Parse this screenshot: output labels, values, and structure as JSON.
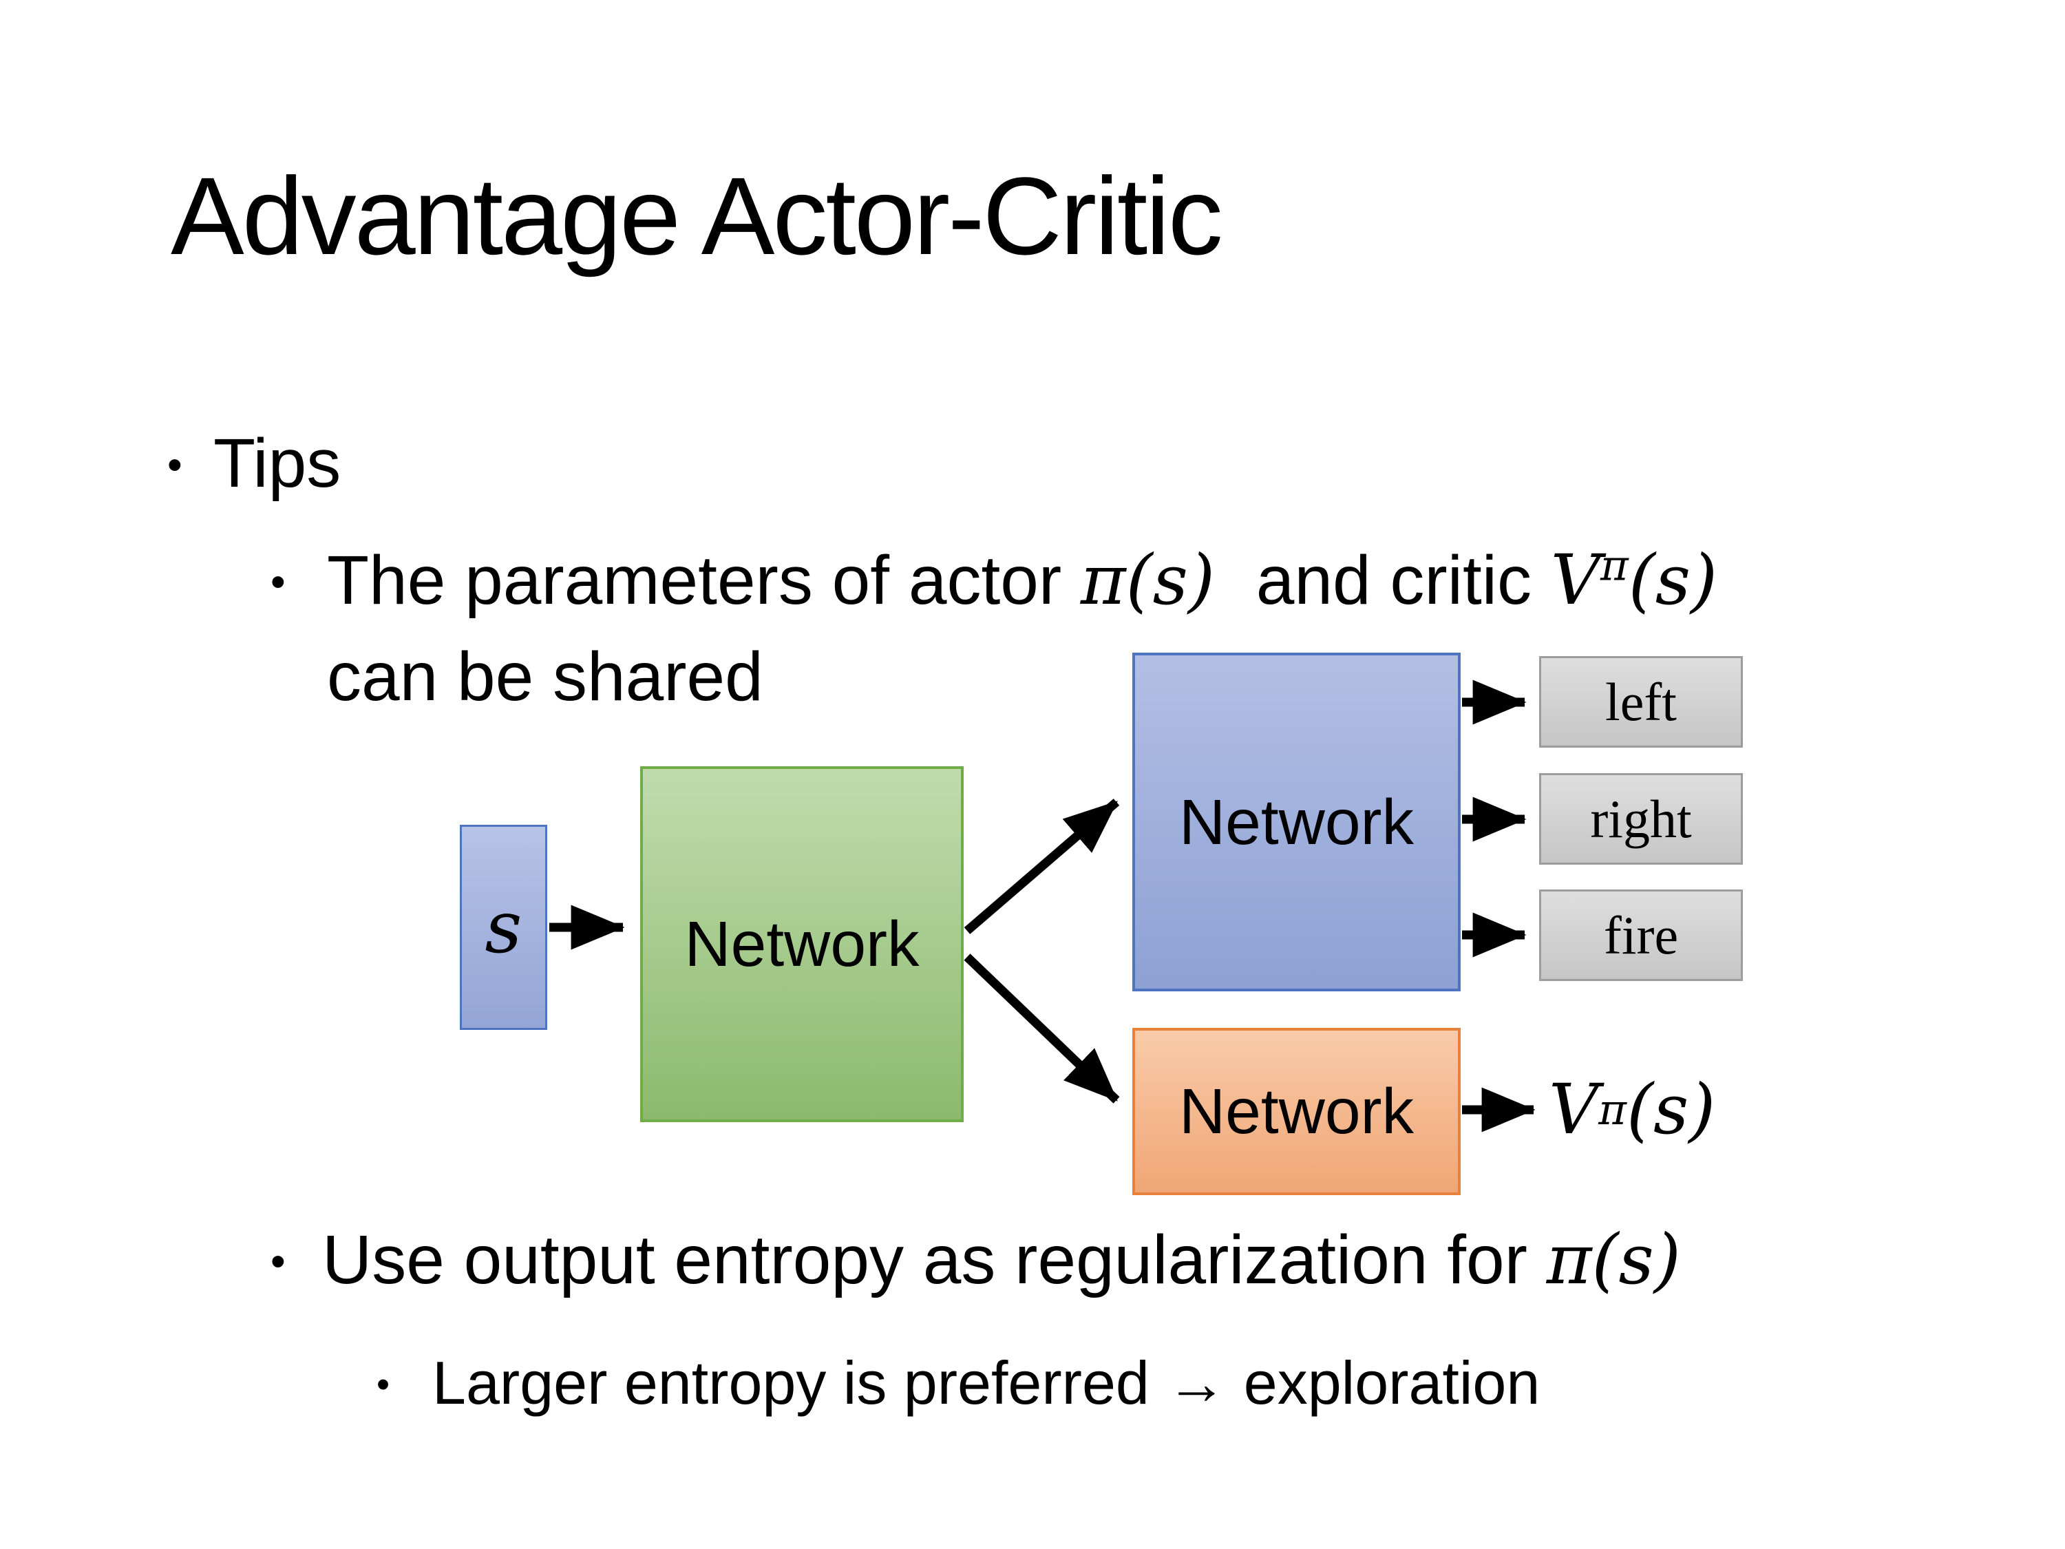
{
  "slide": {
    "title": "Advantage Actor-Critic",
    "bullet_char": "•",
    "tips_label": "Tips",
    "point1": {
      "pre": "The parameters of actor ",
      "actor_math": "π(s)",
      "mid": " and critic ",
      "critic_base": "V",
      "critic_sup": "π",
      "critic_args": "(s)",
      "line2": "can be shared"
    },
    "point2": {
      "pre": "Use output entropy as regularization for ",
      "actor_math": "π(s)"
    },
    "point3": {
      "text": "Larger entropy is preferred → exploration"
    },
    "diagram": {
      "input_label": "s",
      "shared_network_label": "Network",
      "actor_network_label": "Network",
      "critic_network_label": "Network",
      "actions": [
        "left",
        "right",
        "fire"
      ],
      "critic_output": {
        "base": "V",
        "sup": "π",
        "args": "(s)"
      },
      "colors": {
        "blue_fill_top": "#b7c3e6",
        "blue_fill_bottom": "#93a5d6",
        "blue_border": "#4d73c1",
        "green_fill_top": "#c0dcae",
        "green_fill_bottom": "#8cba6d",
        "green_border": "#6fae47",
        "orange_fill_top": "#f9cba9",
        "orange_fill_bottom": "#f0a676",
        "orange_border": "#e8813b",
        "gray_fill_top": "#dedede",
        "gray_fill_bottom": "#c6c6c6",
        "gray_border": "#9d9d9d",
        "arrow": "#000000",
        "text": "#000000",
        "background": "#ffffff"
      }
    }
  }
}
